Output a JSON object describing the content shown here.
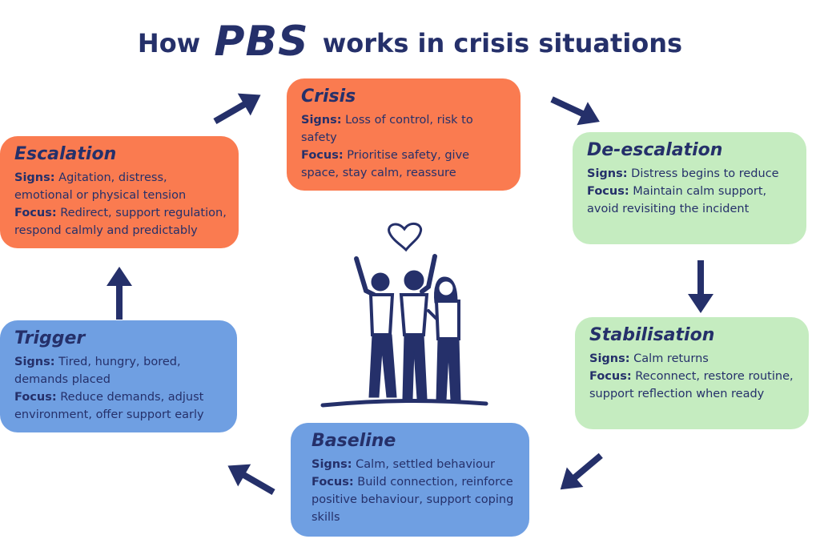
{
  "title": {
    "prefix": "How",
    "highlight": "PBS",
    "suffix": "works in crisis situations"
  },
  "stages": {
    "crisis": {
      "name": "Crisis",
      "signs_label": "Signs:",
      "signs": "Loss of control, risk to safety",
      "focus_label": "Focus:",
      "focus": "Prioritise safety, give space, stay calm, reassure"
    },
    "escalation": {
      "name": "Escalation",
      "signs_label": "Signs:",
      "signs": "Agitation, distress, emotional or physical tension",
      "focus_label": "Focus:",
      "focus": "Redirect, support regulation, respond calmly and predictably"
    },
    "deescalation": {
      "name": "De-escalation",
      "signs_label": "Signs:",
      "signs": "Distress begins to reduce",
      "focus_label": "Focus:",
      "focus": "Maintain calm support, avoid revisiting the incident"
    },
    "stabilisation": {
      "name": "Stabilisation",
      "signs_label": "Signs:",
      "signs": "Calm returns",
      "focus_label": "Focus:",
      "focus": "Reconnect, restore routine, support reflection when ready"
    },
    "trigger": {
      "name": "Trigger",
      "signs_label": "Signs:",
      "signs": "Tired, hungry, bored, demands placed",
      "focus_label": "Focus:",
      "focus": "Reduce demands, adjust environment, offer support early"
    },
    "baseline": {
      "name": "Baseline",
      "signs_label": "Signs:",
      "signs": "Calm, settled behaviour",
      "focus_label": "Focus:",
      "focus": "Build connection, reinforce positive behaviour, support coping skills"
    }
  },
  "colors": {
    "navy": "#25306a",
    "orange": "#fa7b50",
    "green": "#c5ecc0",
    "blue": "#6f9fe2"
  }
}
